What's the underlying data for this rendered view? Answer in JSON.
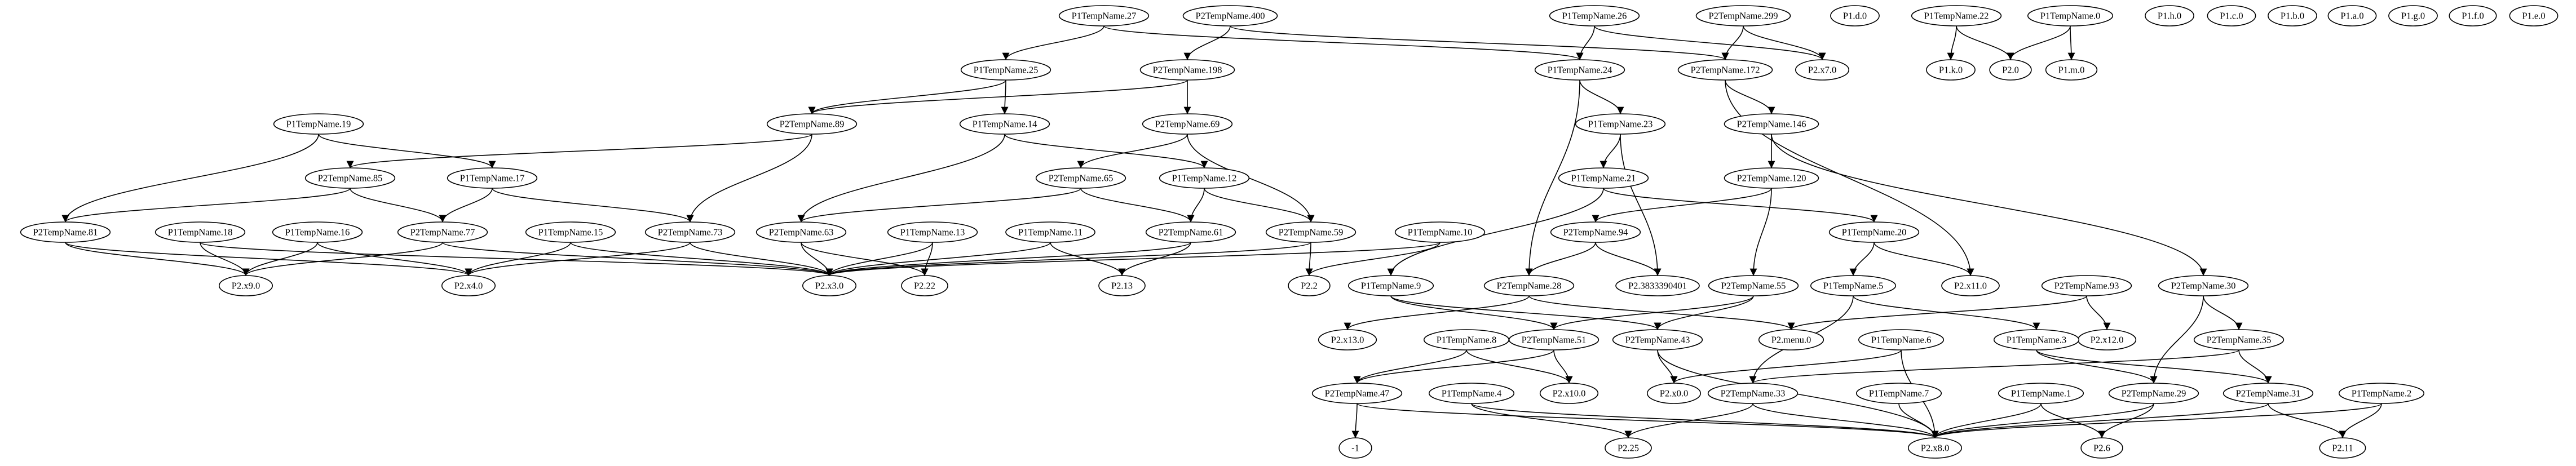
{
  "nodes": [
    {
      "id": "n27",
      "label": "P1TempName.27"
    },
    {
      "id": "n400",
      "label": "P2TempName.400"
    },
    {
      "id": "n26",
      "label": "P1TempName.26"
    },
    {
      "id": "n299",
      "label": "P2TempName.299"
    },
    {
      "id": "d0",
      "label": "P1.d.0"
    },
    {
      "id": "n22",
      "label": "P1TempName.22"
    },
    {
      "id": "n0",
      "label": "P1TempName.0"
    },
    {
      "id": "h0",
      "label": "P1.h.0"
    },
    {
      "id": "c0",
      "label": "P1.c.0"
    },
    {
      "id": "b0",
      "label": "P1.b.0"
    },
    {
      "id": "a0",
      "label": "P1.a.0"
    },
    {
      "id": "g0",
      "label": "P1.g.0"
    },
    {
      "id": "f0",
      "label": "P1.f.0"
    },
    {
      "id": "e0",
      "label": "P1.e.0"
    },
    {
      "id": "n25",
      "label": "P1TempName.25"
    },
    {
      "id": "n198",
      "label": "P2TempName.198"
    },
    {
      "id": "n24",
      "label": "P1TempName.24"
    },
    {
      "id": "n172",
      "label": "P2TempName.172"
    },
    {
      "id": "x70",
      "label": "P2.x7.0"
    },
    {
      "id": "k0",
      "label": "P1.k.0"
    },
    {
      "id": "p20",
      "label": "P2.0"
    },
    {
      "id": "m0",
      "label": "P1.m.0"
    },
    {
      "id": "n19",
      "label": "P1TempName.19"
    },
    {
      "id": "n89",
      "label": "P2TempName.89"
    },
    {
      "id": "n14",
      "label": "P1TempName.14"
    },
    {
      "id": "n69",
      "label": "P2TempName.69"
    },
    {
      "id": "n23",
      "label": "P1TempName.23"
    },
    {
      "id": "n146",
      "label": "P2TempName.146"
    },
    {
      "id": "n85",
      "label": "P2TempName.85"
    },
    {
      "id": "n17",
      "label": "P1TempName.17"
    },
    {
      "id": "n65",
      "label": "P2TempName.65"
    },
    {
      "id": "n12",
      "label": "P1TempName.12"
    },
    {
      "id": "n21",
      "label": "P1TempName.21"
    },
    {
      "id": "n120",
      "label": "P2TempName.120"
    },
    {
      "id": "n81",
      "label": "P2TempName.81"
    },
    {
      "id": "n18",
      "label": "P1TempName.18"
    },
    {
      "id": "n16",
      "label": "P1TempName.16"
    },
    {
      "id": "n77",
      "label": "P2TempName.77"
    },
    {
      "id": "n15",
      "label": "P1TempName.15"
    },
    {
      "id": "n73",
      "label": "P2TempName.73"
    },
    {
      "id": "n63",
      "label": "P2TempName.63"
    },
    {
      "id": "n13",
      "label": "P1TempName.13"
    },
    {
      "id": "n11",
      "label": "P1TempName.11"
    },
    {
      "id": "n61",
      "label": "P2TempName.61"
    },
    {
      "id": "n59",
      "label": "P2TempName.59"
    },
    {
      "id": "n10",
      "label": "P1TempName.10"
    },
    {
      "id": "n94",
      "label": "P2TempName.94"
    },
    {
      "id": "n20",
      "label": "P1TempName.20"
    },
    {
      "id": "x90",
      "label": "P2.x9.0"
    },
    {
      "id": "x40",
      "label": "P2.x4.0"
    },
    {
      "id": "x30",
      "label": "P2.x3.0"
    },
    {
      "id": "p222",
      "label": "P2.22"
    },
    {
      "id": "p213",
      "label": "P2.13"
    },
    {
      "id": "p22",
      "label": "P2.2"
    },
    {
      "id": "n9",
      "label": "P1TempName.9"
    },
    {
      "id": "n28",
      "label": "P2TempName.28"
    },
    {
      "id": "big",
      "label": "P2.3833390401"
    },
    {
      "id": "n55",
      "label": "P2TempName.55"
    },
    {
      "id": "n5",
      "label": "P1TempName.5"
    },
    {
      "id": "x110",
      "label": "P2.x11.0"
    },
    {
      "id": "n93",
      "label": "P2TempName.93"
    },
    {
      "id": "n30",
      "label": "P2TempName.30"
    },
    {
      "id": "x130",
      "label": "P2.x13.0"
    },
    {
      "id": "n8",
      "label": "P1TempName.8"
    },
    {
      "id": "n51",
      "label": "P2TempName.51"
    },
    {
      "id": "n43",
      "label": "P2TempName.43"
    },
    {
      "id": "menu0",
      "label": "P2.menu.0"
    },
    {
      "id": "x120",
      "label": "P2.x12.0"
    },
    {
      "id": "n6",
      "label": "P1TempName.6"
    },
    {
      "id": "n3",
      "label": "P1TempName.3"
    },
    {
      "id": "n35",
      "label": "P2TempName.35"
    },
    {
      "id": "n47",
      "label": "P2TempName.47"
    },
    {
      "id": "x100",
      "label": "P2.x10.0"
    },
    {
      "id": "x00",
      "label": "P2.x0.0"
    },
    {
      "id": "n4",
      "label": "P1TempName.4"
    },
    {
      "id": "n33",
      "label": "P2TempName.33"
    },
    {
      "id": "n7",
      "label": "P1TempName.7"
    },
    {
      "id": "n1",
      "label": "P1TempName.1"
    },
    {
      "id": "n29",
      "label": "P2TempName.29"
    },
    {
      "id": "n31",
      "label": "P2TempName.31"
    },
    {
      "id": "n2",
      "label": "P1TempName.2"
    },
    {
      "id": "neg1",
      "label": "-1"
    },
    {
      "id": "p225",
      "label": "P2.25"
    },
    {
      "id": "x80",
      "label": "P2.x8.0"
    },
    {
      "id": "p26",
      "label": "P2.6"
    },
    {
      "id": "p211",
      "label": "P2.11"
    }
  ],
  "edges": [
    [
      "n27",
      "n25"
    ],
    [
      "n27",
      "n24"
    ],
    [
      "n400",
      "n198"
    ],
    [
      "n400",
      "n172"
    ],
    [
      "n26",
      "n24"
    ],
    [
      "n26",
      "x70"
    ],
    [
      "n299",
      "n172"
    ],
    [
      "n299",
      "x70"
    ],
    [
      "n22",
      "k0"
    ],
    [
      "n22",
      "p20"
    ],
    [
      "n0",
      "p20"
    ],
    [
      "n0",
      "m0"
    ],
    [
      "n25",
      "n89"
    ],
    [
      "n25",
      "n14"
    ],
    [
      "n198",
      "n89"
    ],
    [
      "n198",
      "n69"
    ],
    [
      "n24",
      "n23"
    ],
    [
      "n24",
      "n28"
    ],
    [
      "n172",
      "n146"
    ],
    [
      "n172",
      "x110"
    ],
    [
      "n19",
      "n81"
    ],
    [
      "n19",
      "n17"
    ],
    [
      "n89",
      "n85"
    ],
    [
      "n89",
      "n73"
    ],
    [
      "n14",
      "n63"
    ],
    [
      "n14",
      "n12"
    ],
    [
      "n69",
      "n65"
    ],
    [
      "n69",
      "n59"
    ],
    [
      "n23",
      "n21"
    ],
    [
      "n23",
      "big"
    ],
    [
      "n146",
      "n120"
    ],
    [
      "n146",
      "n30"
    ],
    [
      "n85",
      "n81"
    ],
    [
      "n85",
      "n77"
    ],
    [
      "n17",
      "n77"
    ],
    [
      "n17",
      "n73"
    ],
    [
      "n65",
      "n63"
    ],
    [
      "n65",
      "n61"
    ],
    [
      "n12",
      "n61"
    ],
    [
      "n12",
      "n59"
    ],
    [
      "n21",
      "n9"
    ],
    [
      "n21",
      "n20"
    ],
    [
      "n120",
      "n94"
    ],
    [
      "n120",
      "n55"
    ],
    [
      "n81",
      "x90"
    ],
    [
      "n81",
      "x40"
    ],
    [
      "n18",
      "x90"
    ],
    [
      "n18",
      "x30"
    ],
    [
      "n16",
      "x90"
    ],
    [
      "n16",
      "x40"
    ],
    [
      "n77",
      "x90"
    ],
    [
      "n77",
      "x30"
    ],
    [
      "n15",
      "x40"
    ],
    [
      "n15",
      "x30"
    ],
    [
      "n73",
      "x40"
    ],
    [
      "n73",
      "x30"
    ],
    [
      "n63",
      "x30"
    ],
    [
      "n63",
      "p222"
    ],
    [
      "n13",
      "x30"
    ],
    [
      "n13",
      "p222"
    ],
    [
      "n11",
      "x30"
    ],
    [
      "n11",
      "p213"
    ],
    [
      "n61",
      "x30"
    ],
    [
      "n61",
      "p213"
    ],
    [
      "n59",
      "x30"
    ],
    [
      "n59",
      "p22"
    ],
    [
      "n10",
      "x30"
    ],
    [
      "n10",
      "p22"
    ],
    [
      "n94",
      "n28"
    ],
    [
      "n94",
      "big"
    ],
    [
      "n20",
      "n5"
    ],
    [
      "n20",
      "x110"
    ],
    [
      "n9",
      "n51"
    ],
    [
      "n9",
      "n43"
    ],
    [
      "n28",
      "x130"
    ],
    [
      "n28",
      "menu0"
    ],
    [
      "n55",
      "n51"
    ],
    [
      "n55",
      "n43"
    ],
    [
      "n5",
      "n33"
    ],
    [
      "n5",
      "n3"
    ],
    [
      "n93",
      "menu0"
    ],
    [
      "n93",
      "x120"
    ],
    [
      "n30",
      "n29"
    ],
    [
      "n30",
      "n35"
    ],
    [
      "n8",
      "n47"
    ],
    [
      "n8",
      "x100"
    ],
    [
      "n51",
      "n47"
    ],
    [
      "n51",
      "x100"
    ],
    [
      "n43",
      "x00"
    ],
    [
      "n43",
      "x80"
    ],
    [
      "n6",
      "x00"
    ],
    [
      "n6",
      "x80"
    ],
    [
      "n3",
      "n29"
    ],
    [
      "n3",
      "n31"
    ],
    [
      "n35",
      "n33"
    ],
    [
      "n35",
      "n31"
    ],
    [
      "n47",
      "neg1"
    ],
    [
      "n47",
      "x80"
    ],
    [
      "n4",
      "p225"
    ],
    [
      "n4",
      "x80"
    ],
    [
      "n33",
      "p225"
    ],
    [
      "n33",
      "x80"
    ],
    [
      "n7",
      "x80"
    ],
    [
      "n1",
      "x80"
    ],
    [
      "n1",
      "p26"
    ],
    [
      "n29",
      "x80"
    ],
    [
      "n29",
      "p26"
    ],
    [
      "n31",
      "x80"
    ],
    [
      "n31",
      "p211"
    ],
    [
      "n2",
      "x80"
    ],
    [
      "n2",
      "p211"
    ]
  ]
}
